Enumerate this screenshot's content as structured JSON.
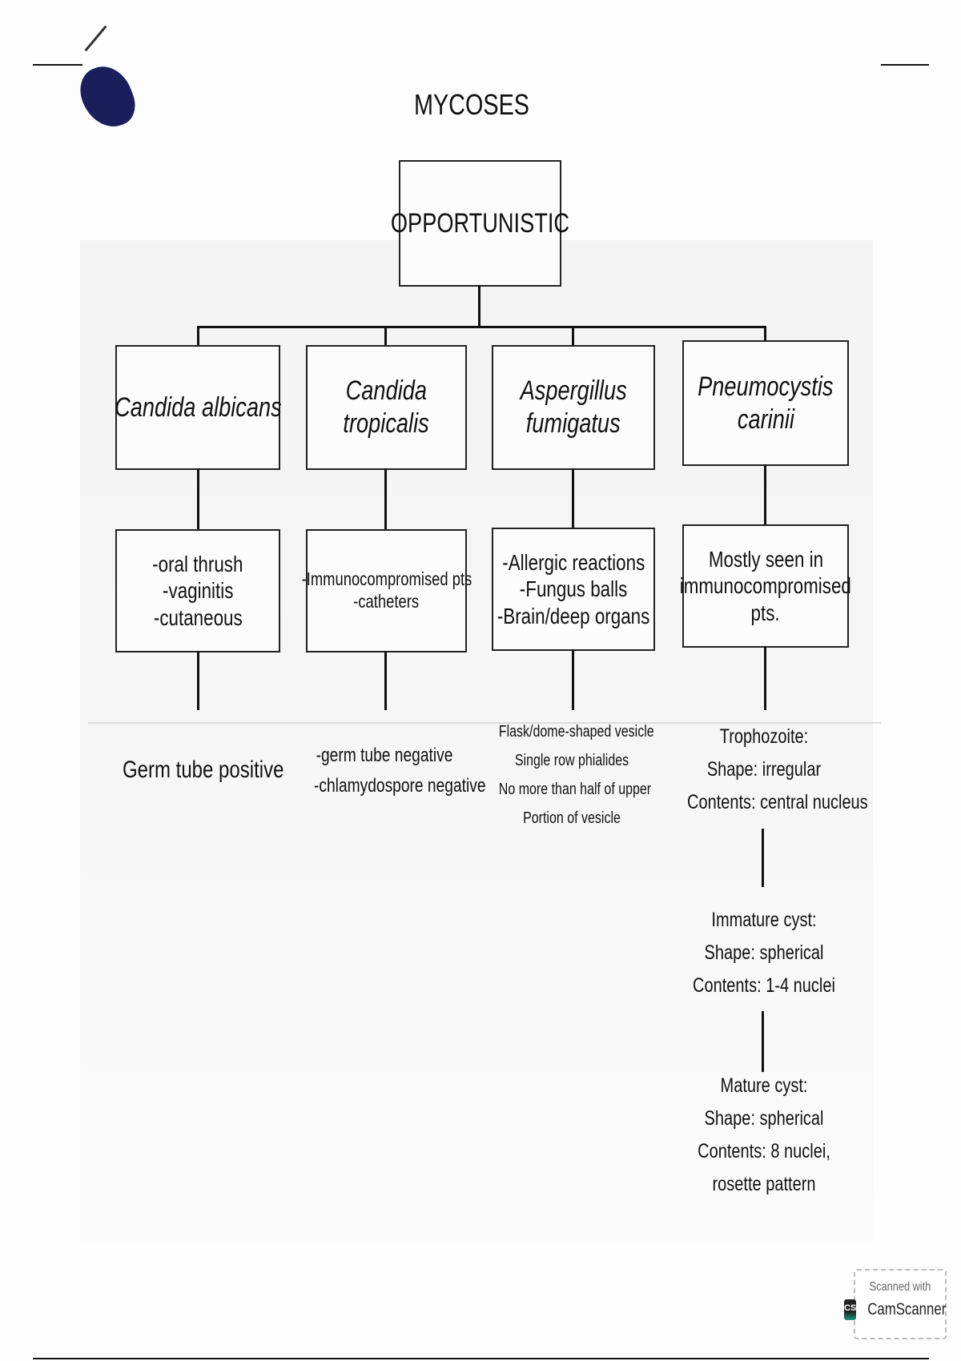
{
  "title": "MYCOSES",
  "root": "OPPORTUNISTIC",
  "organisms": [
    {
      "name_lines": [
        "Candida albicans"
      ],
      "sites": [
        "-oral thrush",
        "-vaginitis",
        "-cutaneous"
      ],
      "features": [
        "Germ tube positive"
      ]
    },
    {
      "name_lines": [
        "Candida",
        "tropicalis"
      ],
      "sites": [
        "-Immunocompromised pts",
        "-catheters"
      ],
      "features": [
        "-germ tube negative",
        "-chlamydospore negative"
      ]
    },
    {
      "name_lines": [
        "Aspergillus",
        "fumigatus"
      ],
      "sites": [
        "-Allergic reactions",
        "-Fungus balls",
        "-Brain/deep organs"
      ],
      "features": [
        "Flask/dome-shaped vesicle",
        "Single row phialides",
        "No more than half of upper",
        "Portion of vesicle"
      ]
    },
    {
      "name_lines": [
        "Pneumocystis",
        "carinii"
      ],
      "sites": [
        "Mostly seen in",
        "immunocompromised",
        "pts."
      ],
      "features": [
        "Trophozoite:",
        "Shape:  irregular",
        "Contents: central nucleus"
      ]
    }
  ],
  "pneumocystis_stages": [
    {
      "lines": [
        "Immature cyst:",
        "Shape:  spherical",
        "Contents: 1-4 nuclei"
      ]
    },
    {
      "lines": [
        "Mature cyst:",
        "Shape:  spherical",
        "Contents: 8 nuclei,",
        "rosette pattern"
      ]
    }
  ],
  "watermark": {
    "line1": "Scanned with",
    "logo": "CS",
    "brand": "CamScanner"
  }
}
